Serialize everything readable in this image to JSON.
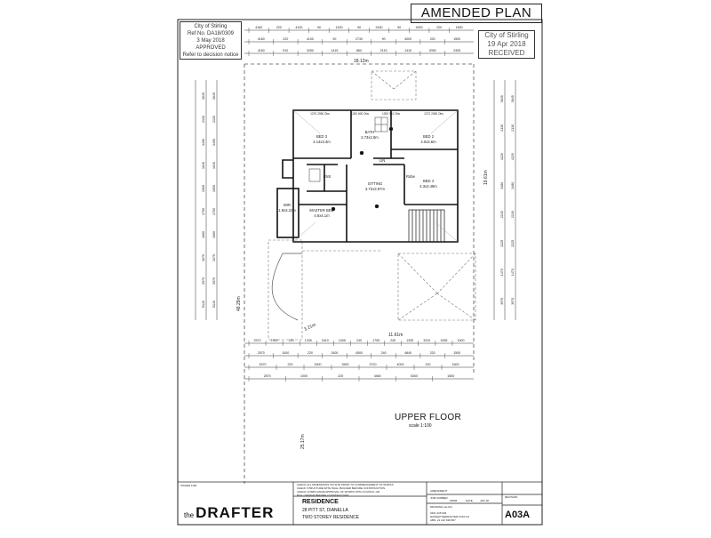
{
  "stamps": {
    "council": {
      "line1": "City of Stirling",
      "line2": "Ref No. DA18/0309",
      "line3": "3 May 2018",
      "line4": "APPROVED",
      "line5": "Refer to decision notice"
    },
    "received": {
      "line1": "City of Stirling",
      "line2": "19 Apr 2018",
      "line3": "RECEIVED"
    },
    "amended": "AMENDED PLAN"
  },
  "plan": {
    "title": "UPPER FLOOR",
    "scale": "scale 1:100",
    "site_width": "18.12m",
    "site_depth": "48.29m",
    "site_depth_front": "25.17m",
    "house_depth": "19.61m",
    "house_width": "11.61m",
    "rear_setback": "3.21m",
    "rooms": {
      "bed3": "BED 3",
      "bed3_size": "4.14x3.4m",
      "bath": "BATH",
      "bath_size": "2.73x2.8m",
      "bed2": "BED 2",
      "bed2_size": "4.0x3.6m",
      "master": "MASTER BED",
      "master_size": "4.6x4.1m",
      "sitting": "SITTING",
      "sitting_size": "3.72x3.97m",
      "bed4": "BED 4",
      "bed4_size": "4.3x3.48m",
      "wir": "WIR",
      "wir_size": "1.9x3.22m",
      "ens": "ENS",
      "lin": "LIN",
      "robe": "Robe"
    },
    "window_labels": [
      "1270 2050 Obs",
      "1200 600 Obs",
      "1200 910 Obs",
      "1272 2050 Obs"
    ],
    "top_dims": {
      "row1": [
        "4160",
        "220",
        "4100",
        "90",
        "1200",
        "90",
        "2430",
        "90",
        "4000",
        "220",
        "1500"
      ],
      "row2": [
        "4160",
        "220",
        "4100",
        "90",
        "2730",
        "90",
        "4000",
        "220",
        "1500"
      ],
      "row3": [
        "4160",
        "910",
        "3250",
        "1415",
        "860",
        "2115",
        "1410",
        "2050",
        "2405"
      ]
    },
    "bottom_dims": {
      "row1": [
        "2570",
        "1000",
        "220",
        "1335",
        "3410",
        "1005",
        "240",
        "1705",
        "240",
        "1335",
        "3310",
        "1055",
        "1500"
      ],
      "row2": [
        "2570",
        "1000",
        "220",
        "1500",
        "4500",
        "240",
        "4840",
        "220",
        "1500"
      ],
      "row3": [
        "2570",
        "220",
        "1500",
        "3500",
        "3720",
        "4000",
        "220",
        "1500"
      ],
      "row4": [
        "2570",
        "1000",
        "220",
        "4460",
        "5300",
        "1500"
      ]
    },
    "left_dims": [
      "3645",
      "2130",
      "3490",
      "1040",
      "1900",
      "1700",
      "4060",
      "1075",
      "3970",
      "5140"
    ],
    "right_dims": [
      "3645",
      "2130",
      "4220",
      "3480",
      "2240",
      "2225",
      "1470",
      "3970"
    ]
  },
  "title_block": {
    "logo_the": "the",
    "logo_name": "DRAFTER",
    "project": "RESIDENCE",
    "address": "28 PITT ST, DIANELLA",
    "description": "TWO STOREY RESIDENCE",
    "drawing_no": "A03A",
    "issued_for": "ISSUED FOR",
    "job_number": "JOB NUMBER",
    "job_value": "18005",
    "date_label": "DATE",
    "date_value": "JAN 18",
    "drawing_label": "DRAWING (as A3)",
    "revision_label": "REVISION",
    "amendment": "AMENDMENT",
    "phone": "0401 325 003",
    "email": "DAVE@THEDRAFTER.COM.AU",
    "abn": "ABN: 21 126 638 867",
    "notes": [
      "CHECK ALL DIMENSIONS ON SITE PRIOR TO COMMENCEMENT OF WORKS",
      "CHECK STRUCTURE WITH WALL BUILDER BEFORE CONSTRUCTION",
      "CHECK COMPLIANCE/APPROVAL OF WORKS WITH COUNCIL OR",
      "BCA - DESIGN BEFORE CONSTRUCTION"
    ]
  }
}
